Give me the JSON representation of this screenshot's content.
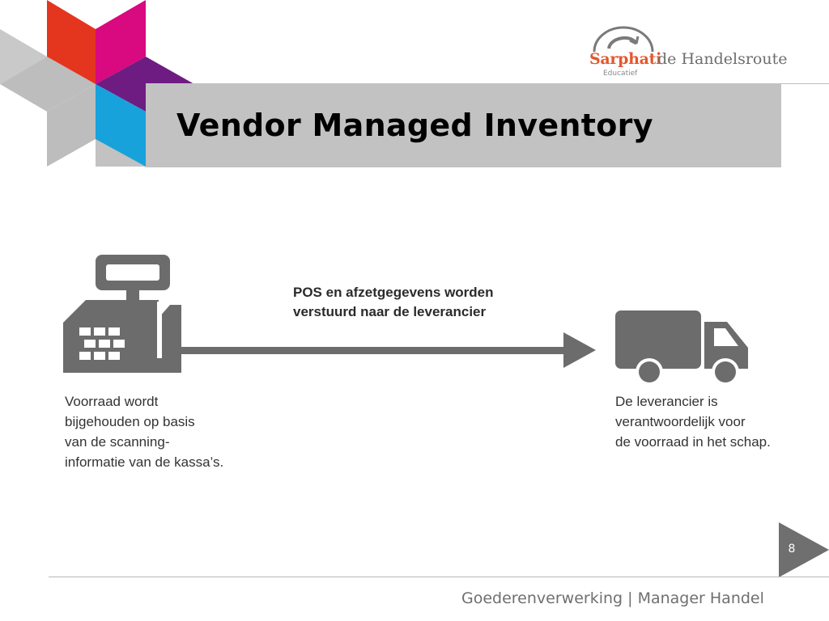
{
  "slide": {
    "title": "Vendor Managed Inventory",
    "page_number": "8"
  },
  "logo": {
    "brand": "Sarphati",
    "route": "de Handelsroute",
    "sub": "Educatief"
  },
  "diagram": {
    "arrow_label": [
      "POS en afzetgegevens worden",
      "verstuurd naar de leverancier"
    ],
    "left_caption": [
      "Voorraad wordt",
      "bijgehouden op basis",
      "van de scanning-",
      "informatie van de kassa’s."
    ],
    "right_caption": [
      "De leverancier is",
      "verantwoordelijk voor",
      "de voorraad in het schap."
    ],
    "left_icon": "cash-register-icon",
    "right_icon": "truck-icon"
  },
  "footer": {
    "text": "Goederenverwerking | Manager Handel"
  },
  "colors": {
    "red": "#e4351f",
    "magenta": "#d9097f",
    "purple": "#6e1c82",
    "blue": "#18a2dc",
    "grey": "#c2c2c2",
    "icon_grey": "#6c6c6c",
    "brand_orange": "#e4572e"
  }
}
